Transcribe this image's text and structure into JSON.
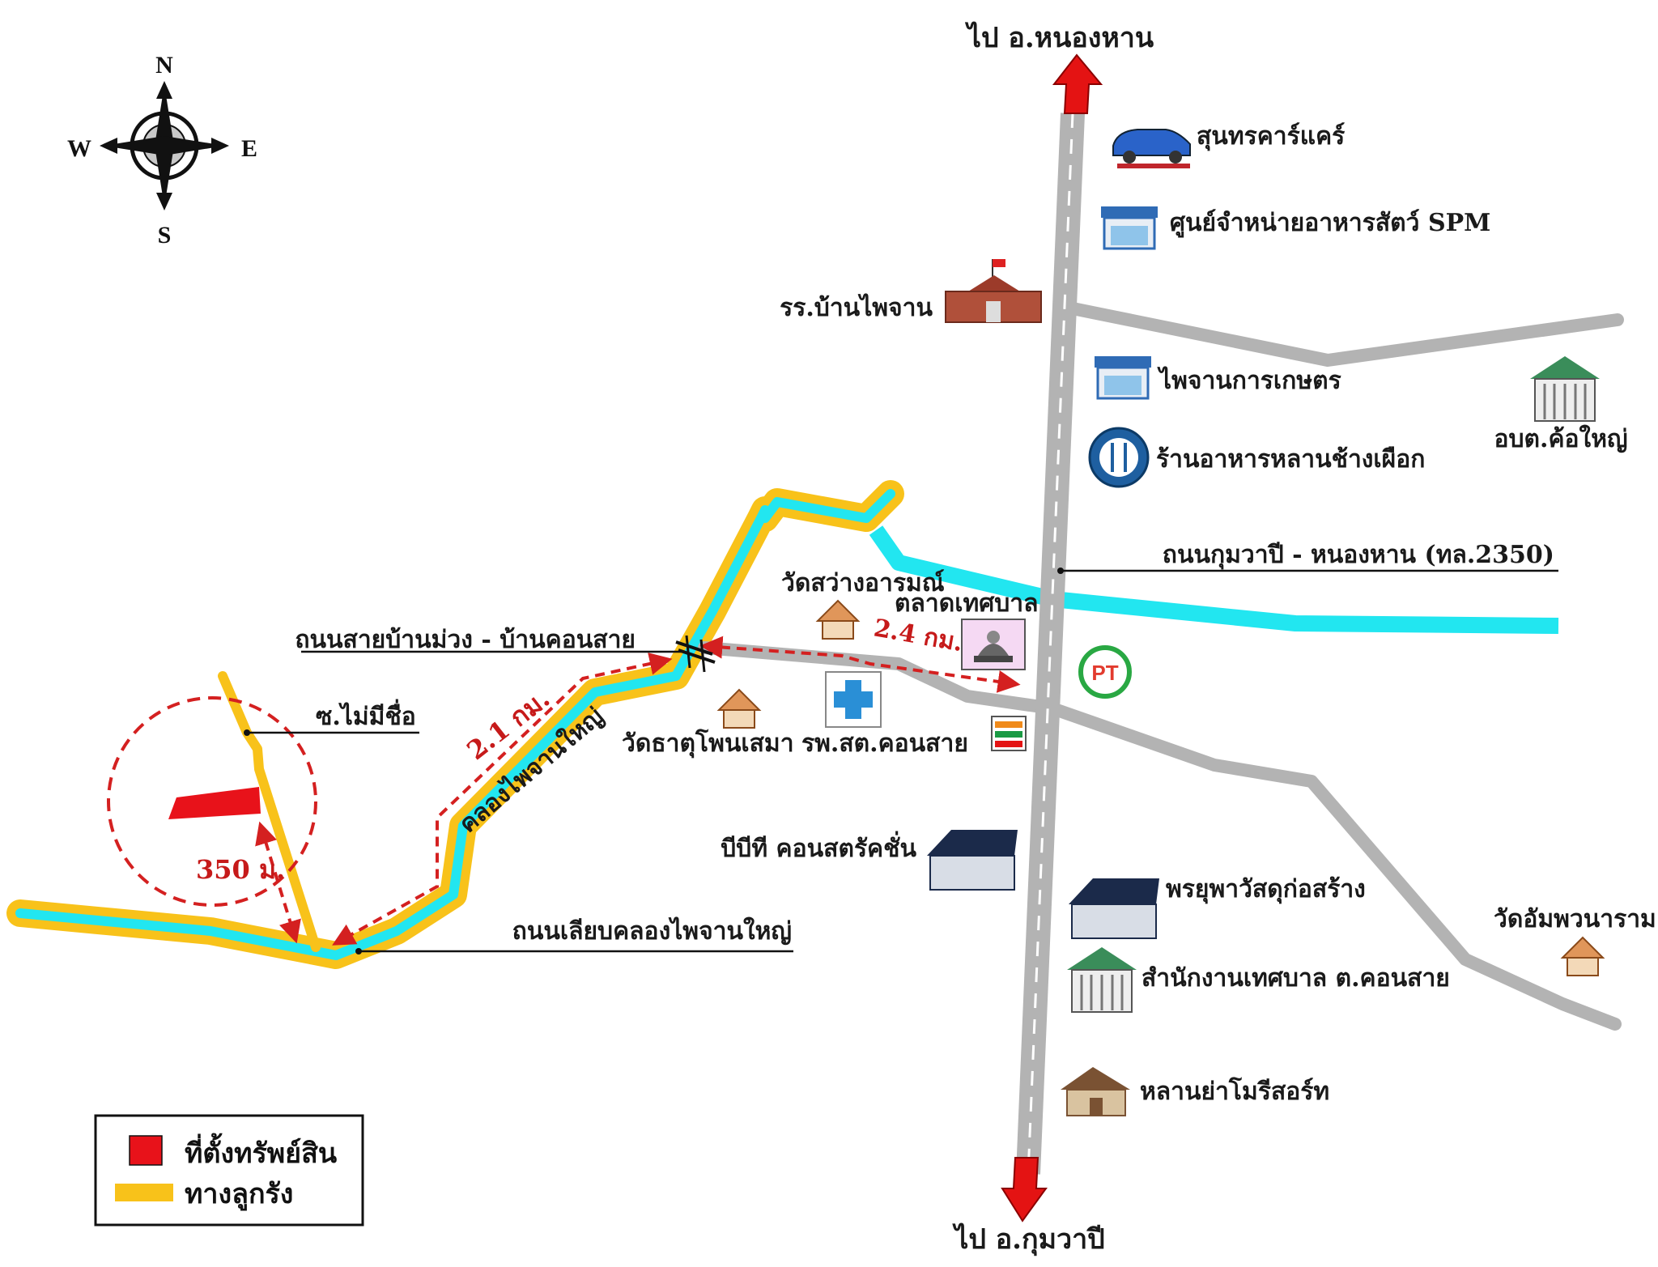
{
  "compass": {
    "north": "N",
    "south": "S",
    "east": "E",
    "west": "W"
  },
  "roads": {
    "to_north": "ไป อ.หนองหาน",
    "to_south": "ไป อ.กุมวาปี",
    "highway": "ถนนกุมวาปี - หนองหาน (ทล.2350)",
    "village_road": "ถนนสายบ้านม่วง - บ้านคอนสาย",
    "canal_road": "ถนนเลียบคลองไพจานใหญ่",
    "soi": "ซ.ไม่มีชื่อ",
    "canal": "คลองไพจานใหญ่"
  },
  "distances": {
    "d1": "2.4 กม.",
    "d2": "2.1 กม.",
    "d3": "350 ม."
  },
  "places": {
    "car_care": "สุนทรคาร์แคร์",
    "feed_store": "ศูนย์จำหน่ายอาหารสัตว์ SPM",
    "school": "รร.บ้านไพจาน",
    "agri": "ไพจานการเกษตร",
    "restaurant": "ร้านอาหารหลานช้างเผือก",
    "obt": "อบต.ค้อใหญ่",
    "wat_sawang": "วัดสว่างอารมณ์",
    "market": "ตลาดเทศบาล",
    "wat_that": "วัดธาตุโพนเสมา",
    "hospital": "รพ.สต.คอนสาย",
    "bbt": "บีบีที คอนสตรัคชั่น",
    "builder": "พรยุพาวัสดุก่อสร้าง",
    "office": "สำนักงานเทศบาล ต.คอนสาย",
    "resort": "หลานย่าโมรีสอร์ท",
    "wat_ampawa": "วัดอัมพวนาราม",
    "pt_logo": "PT"
  },
  "legend": {
    "property": "ที่ตั้งทรัพย์สิน",
    "route": "ทางลูกรัง"
  },
  "colors": {
    "road": "#b3b3b3",
    "canal": "#22e6f0",
    "canal_road": "#f8c21a",
    "property": "#e8121a",
    "route_dash": "#d42020",
    "arrow": "#e41313"
  }
}
